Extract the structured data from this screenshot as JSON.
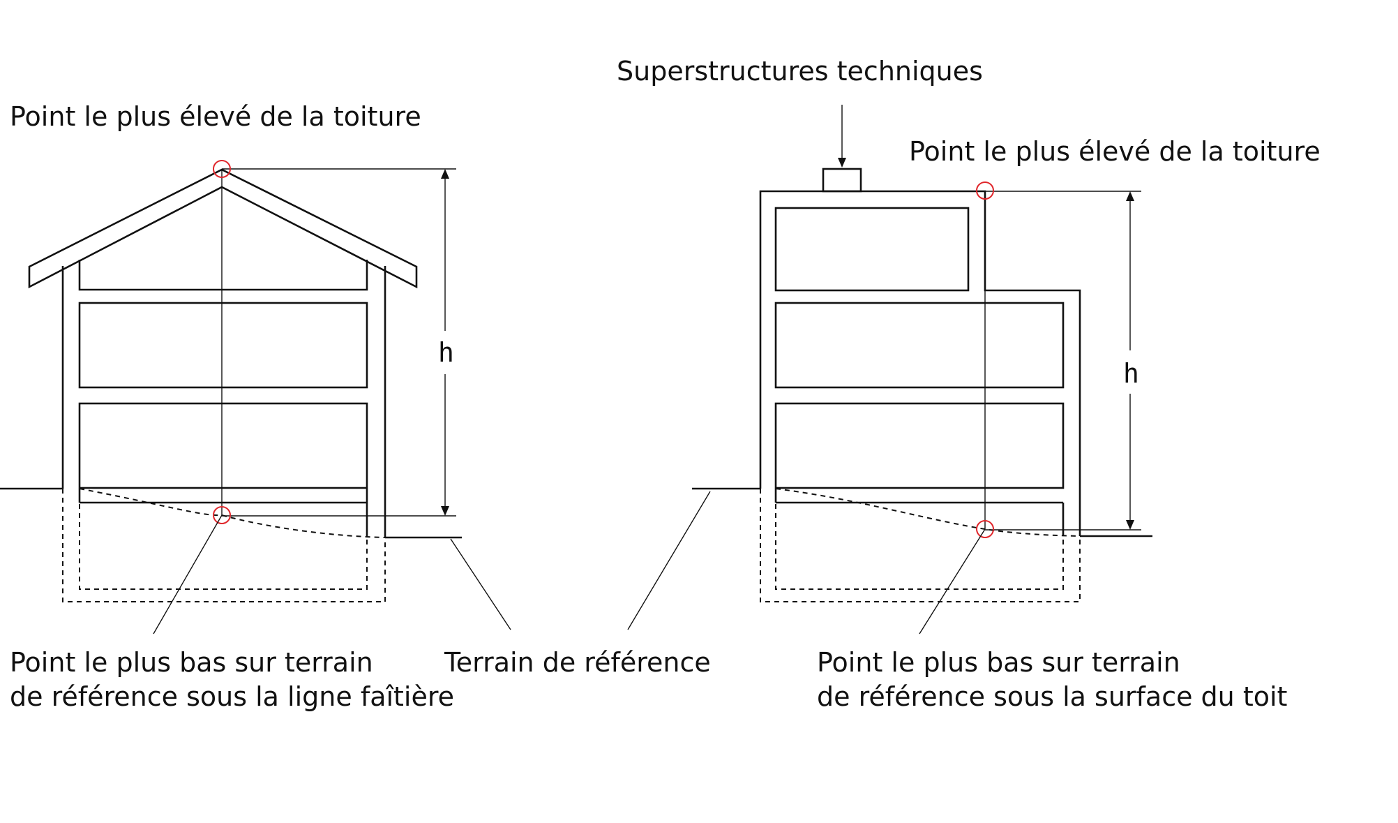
{
  "labels": {
    "left_top": "Point le plus élevé de la toiture",
    "left_bottom_line1": "Point le plus bas sur terrain",
    "left_bottom_line2": "de référence sous la ligne faîtière",
    "terrain": "Terrain de référence",
    "superstructures": "Superstructures techniques",
    "right_top": "Point le plus élevé de la toiture",
    "right_bottom_line1": "Point le plus bas sur terrain",
    "right_bottom_line2": "de référence sous la surface du toit",
    "height_left": "h",
    "height_right": "h"
  },
  "colors": {
    "stroke": "#111111",
    "marker": "#e0262b",
    "background": "#ffffff"
  }
}
